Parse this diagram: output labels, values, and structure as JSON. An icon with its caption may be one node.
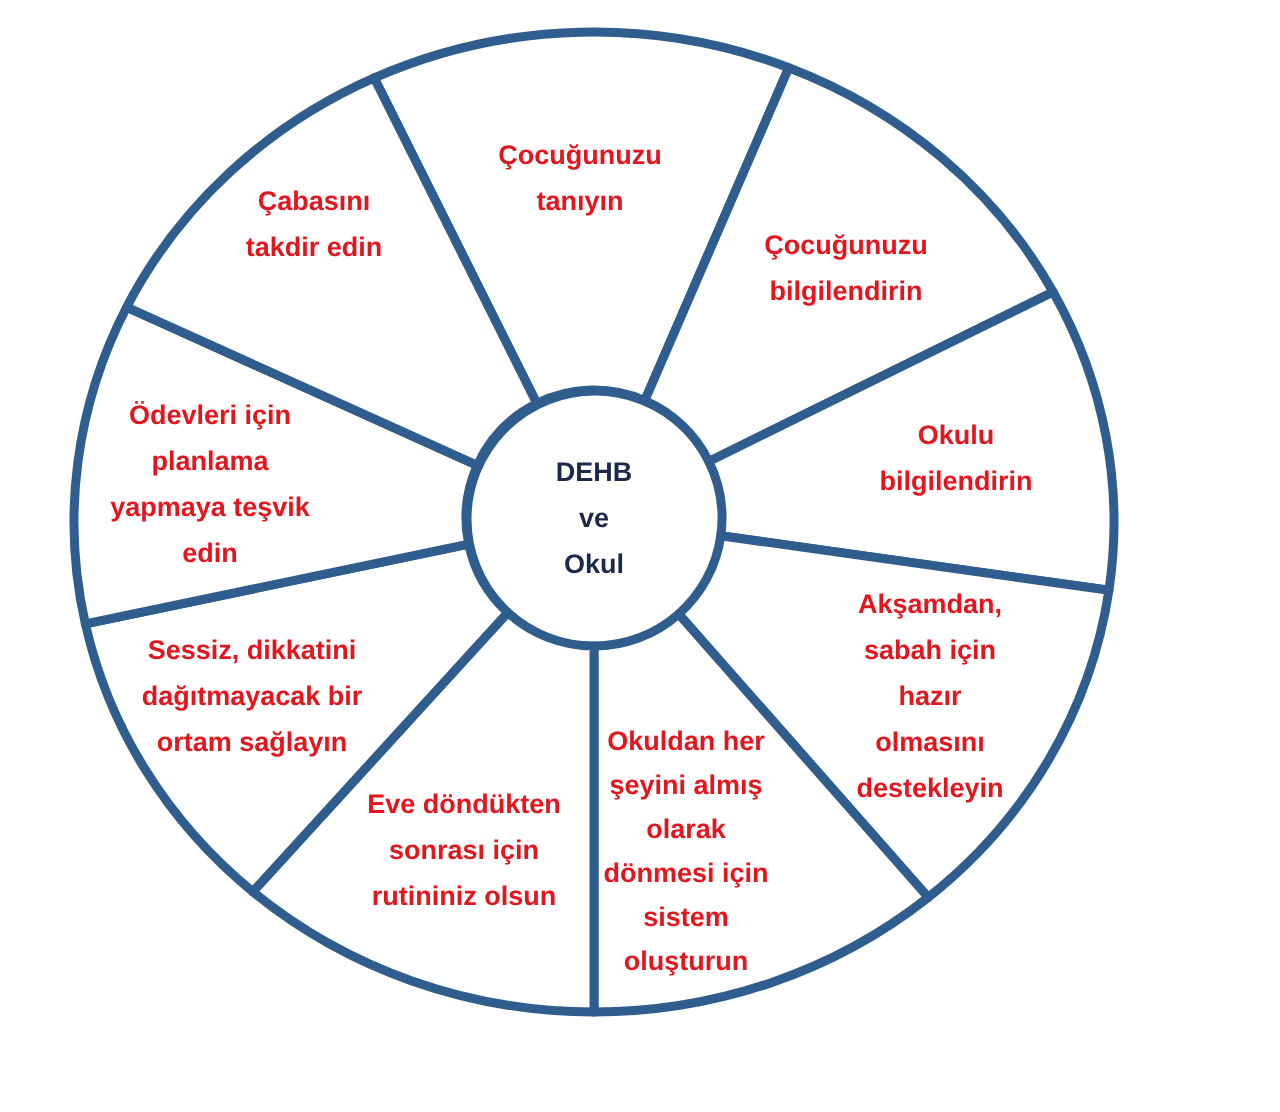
{
  "diagram": {
    "nodes": [
      {
        "text": [
          "DEHB ve Okul"
        ]
      },
      {
        "text": [
          "Çocuğunuzu tanıyın"
        ]
      },
      {
        "text": [
          "Çocuğunuzu bilgilendirin"
        ]
      },
      {
        "text": [
          "Okulu bilgilendirin"
        ]
      },
      {
        "text": [
          "Akşamdan, sabah için hazır olmasını destekleyin"
        ]
      },
      {
        "text": [
          "Okuldan her şeyini almış olarak dönmesi için sistem oluşturun"
        ]
      },
      {
        "text": [
          "Eve döndükten sonrası için rutininiz olsun"
        ]
      },
      {
        "text": [
          "Sessiz, dikkatini dağıtmayacak bir ortam sağlayın"
        ]
      },
      {
        "text": [
          "Ödevleri için planlama yapmaya teşvik edin"
        ]
      },
      {
        "text": [
          "Çabasını takdir edin"
        ]
      }
    ]
  }
}
